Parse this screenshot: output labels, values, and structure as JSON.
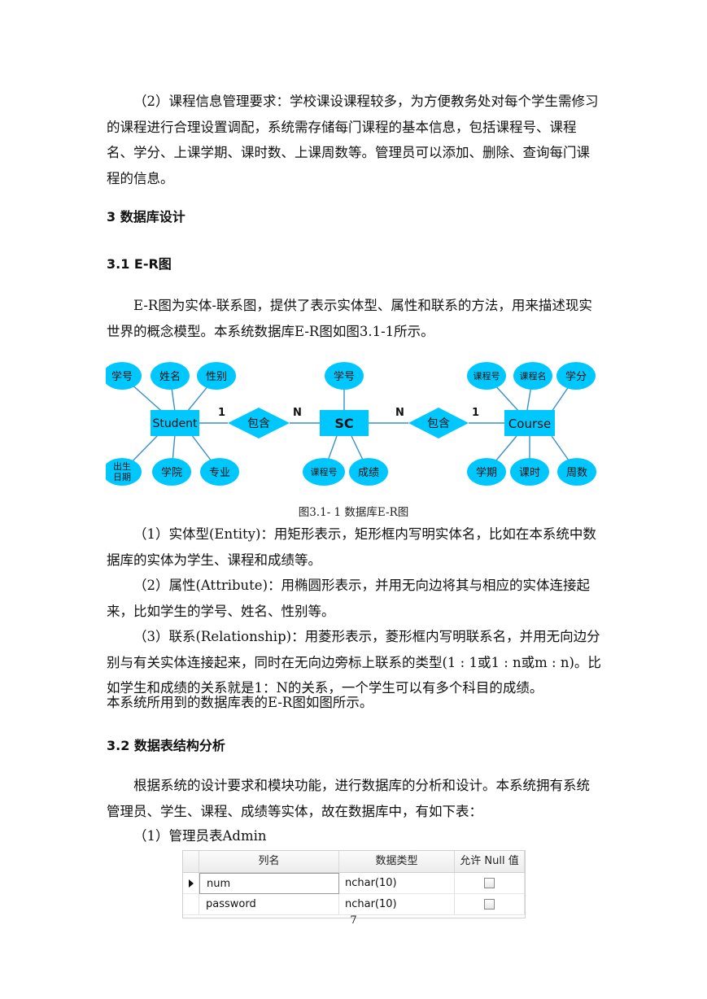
{
  "paragraphs": {
    "course_req": "（2）课程信息管理要求：学校课设课程较多，为方便教务处对每个学生需修习的课程进行合理设置调配，系统需存储每门课程的基本信息，包括课程号、课程名、学分、上课学期、课时数、上课周数等。管理员可以添加、删除、查询每门课程的信息。",
    "er_intro": "E-R图为实体-联系图，提供了表示实体型、属性和联系的方法，用来描述现实世界的概念模型。本系统数据库E-R图如图3.1-1所示。",
    "entity": "（1）实体型(Entity)：用矩形表示，矩形框内写明实体名，比如在本系统中数据库的实体为学生、课程和成绩等。",
    "attribute": "（2）属性(Attribute)：用椭圆形表示，并用无向边将其与相应的实体连接起来，比如学生的学号、姓名、性别等。",
    "relationship": "（3）联系(Relationship)：用菱形表示，菱形框内写明联系名，并用无向边分别与有关实体连接起来，同时在无向边旁标上联系的类型(1 : 1或1 : n或m : n)。比如学生和成绩的关系就是1：N的关系，一个学生可以有多个科目的成绩。",
    "er_used": "本系统所用到的数据库表的E-R图如图所示。",
    "table_intro": "根据系统的设计要求和模块功能，进行数据库的分析和设计。本系统拥有系统管理员、学生、课程、成绩等实体，故在数据库中，有如下表：",
    "admin_table": "（1）管理员表Admin"
  },
  "headings": {
    "h3": "3 数据库设计",
    "h31": "3.1 E-R图",
    "h32": "3.2 数据表结构分析"
  },
  "figure": {
    "caption": "图3.1- 1 数据库E-R图",
    "entities": {
      "student": "Student",
      "sc": "SC",
      "course": "Course"
    },
    "relationships": {
      "left": "包含",
      "right": "包含"
    },
    "cardinality": {
      "left_1": "1",
      "left_n": "N",
      "right_n": "N",
      "right_1": "1"
    },
    "student_attrs": {
      "a1": "学号",
      "a2": "姓名",
      "a3": "性别",
      "a4_line1": "出生",
      "a4_line2": "日期",
      "a5": "学院",
      "a6": "专业"
    },
    "sc_attrs": {
      "a1": "学号",
      "a2": "课程号",
      "a3": "成绩"
    },
    "course_attrs": {
      "a1": "课程号",
      "a2": "课程名",
      "a3": "学分",
      "a4": "学期",
      "a5": "课时",
      "a6": "周数"
    },
    "colors": {
      "fill": "#00c8ff",
      "line": "#3a8fc8",
      "text": "#111111"
    }
  },
  "admin_table": {
    "headers": {
      "name": "列名",
      "type": "数据类型",
      "null": "允许 Null 值"
    },
    "rows": [
      {
        "name": "num",
        "type": "nchar(10)"
      },
      {
        "name": "password",
        "type": "nchar(10)"
      }
    ]
  },
  "page_number": "7"
}
